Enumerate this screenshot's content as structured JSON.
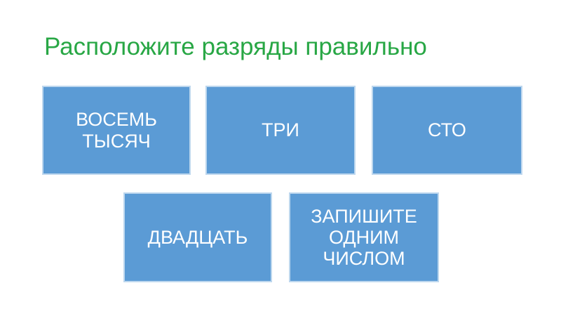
{
  "slide": {
    "title": "Расположите разряды правильно"
  },
  "boxes": [
    {
      "id": "eight-thousand",
      "text": "ВОСЕМЬ\nТЫСЯЧ"
    },
    {
      "id": "three",
      "text": "ТРИ"
    },
    {
      "id": "hundred",
      "text": "СТО"
    },
    {
      "id": "twenty",
      "text": "ДВАДЦАТЬ"
    },
    {
      "id": "write-as-one-number",
      "text": "ЗАПИШИТЕ\nОДНИМ\nЧИСЛОМ"
    }
  ],
  "colors": {
    "title-green": "#28a745",
    "box-blue": "#5b9bd5",
    "box-border": "#bdd7ee",
    "box-text": "#ffffff",
    "background": "#ffffff"
  }
}
